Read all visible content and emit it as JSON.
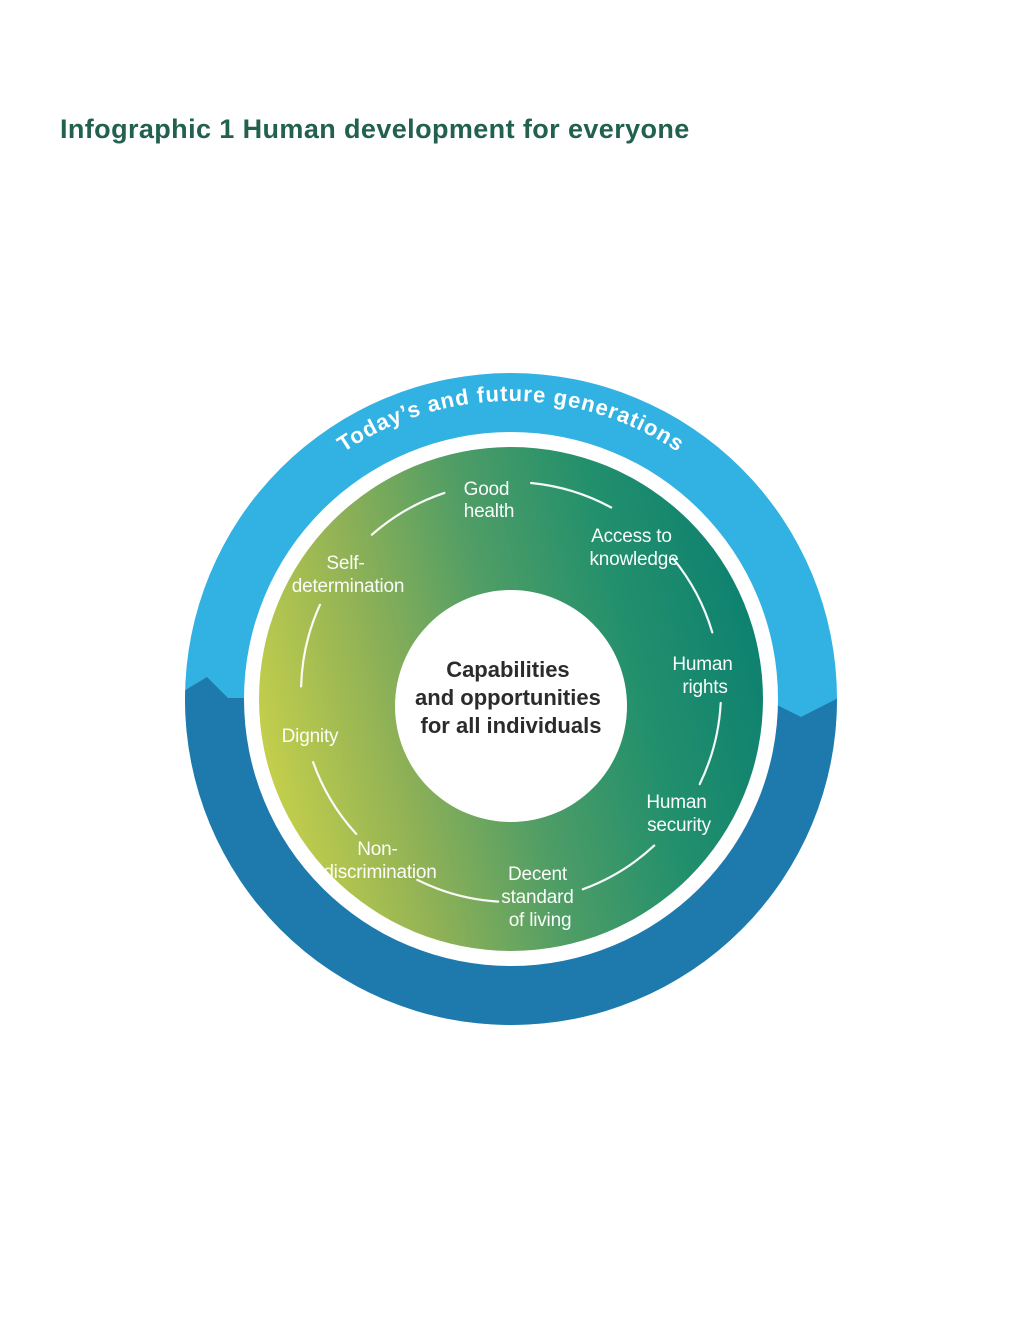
{
  "page_title": "Infographic 1 Human development for everyone",
  "colors": {
    "title_text": "#22604f",
    "outer_ring_light_blue": "#32b2e2",
    "outer_ring_dark_blue": "#1e7aad",
    "label_text": "#ffffff",
    "center_text": "#2b2b2b",
    "disc_gradient": [
      "#c6d04b",
      "#8fb156",
      "#4f9d66",
      "#23906c",
      "#0d8170"
    ]
  },
  "diagram": {
    "outer_ring_label": "Today’s and future generations",
    "center_label": {
      "lines": [
        "Capabilities",
        "and opportunities",
        "for all individuals"
      ]
    },
    "ring_labels": [
      {
        "name": "good-health",
        "lines": [
          "Good",
          "health"
        ]
      },
      {
        "name": "access-to-knowledge",
        "lines": [
          "Access to",
          "knowledge"
        ]
      },
      {
        "name": "human-rights",
        "lines": [
          "Human",
          "rights"
        ]
      },
      {
        "name": "human-security",
        "lines": [
          "Human",
          "security"
        ]
      },
      {
        "name": "decent-standard-of-living",
        "lines": [
          "Decent",
          "standard",
          "of living"
        ]
      },
      {
        "name": "non-discrimination",
        "lines": [
          "Non-",
          "discrimination"
        ]
      },
      {
        "name": "dignity",
        "lines": [
          "Dignity"
        ]
      },
      {
        "name": "self-determination",
        "lines": [
          "Self-",
          "determination"
        ]
      }
    ]
  }
}
